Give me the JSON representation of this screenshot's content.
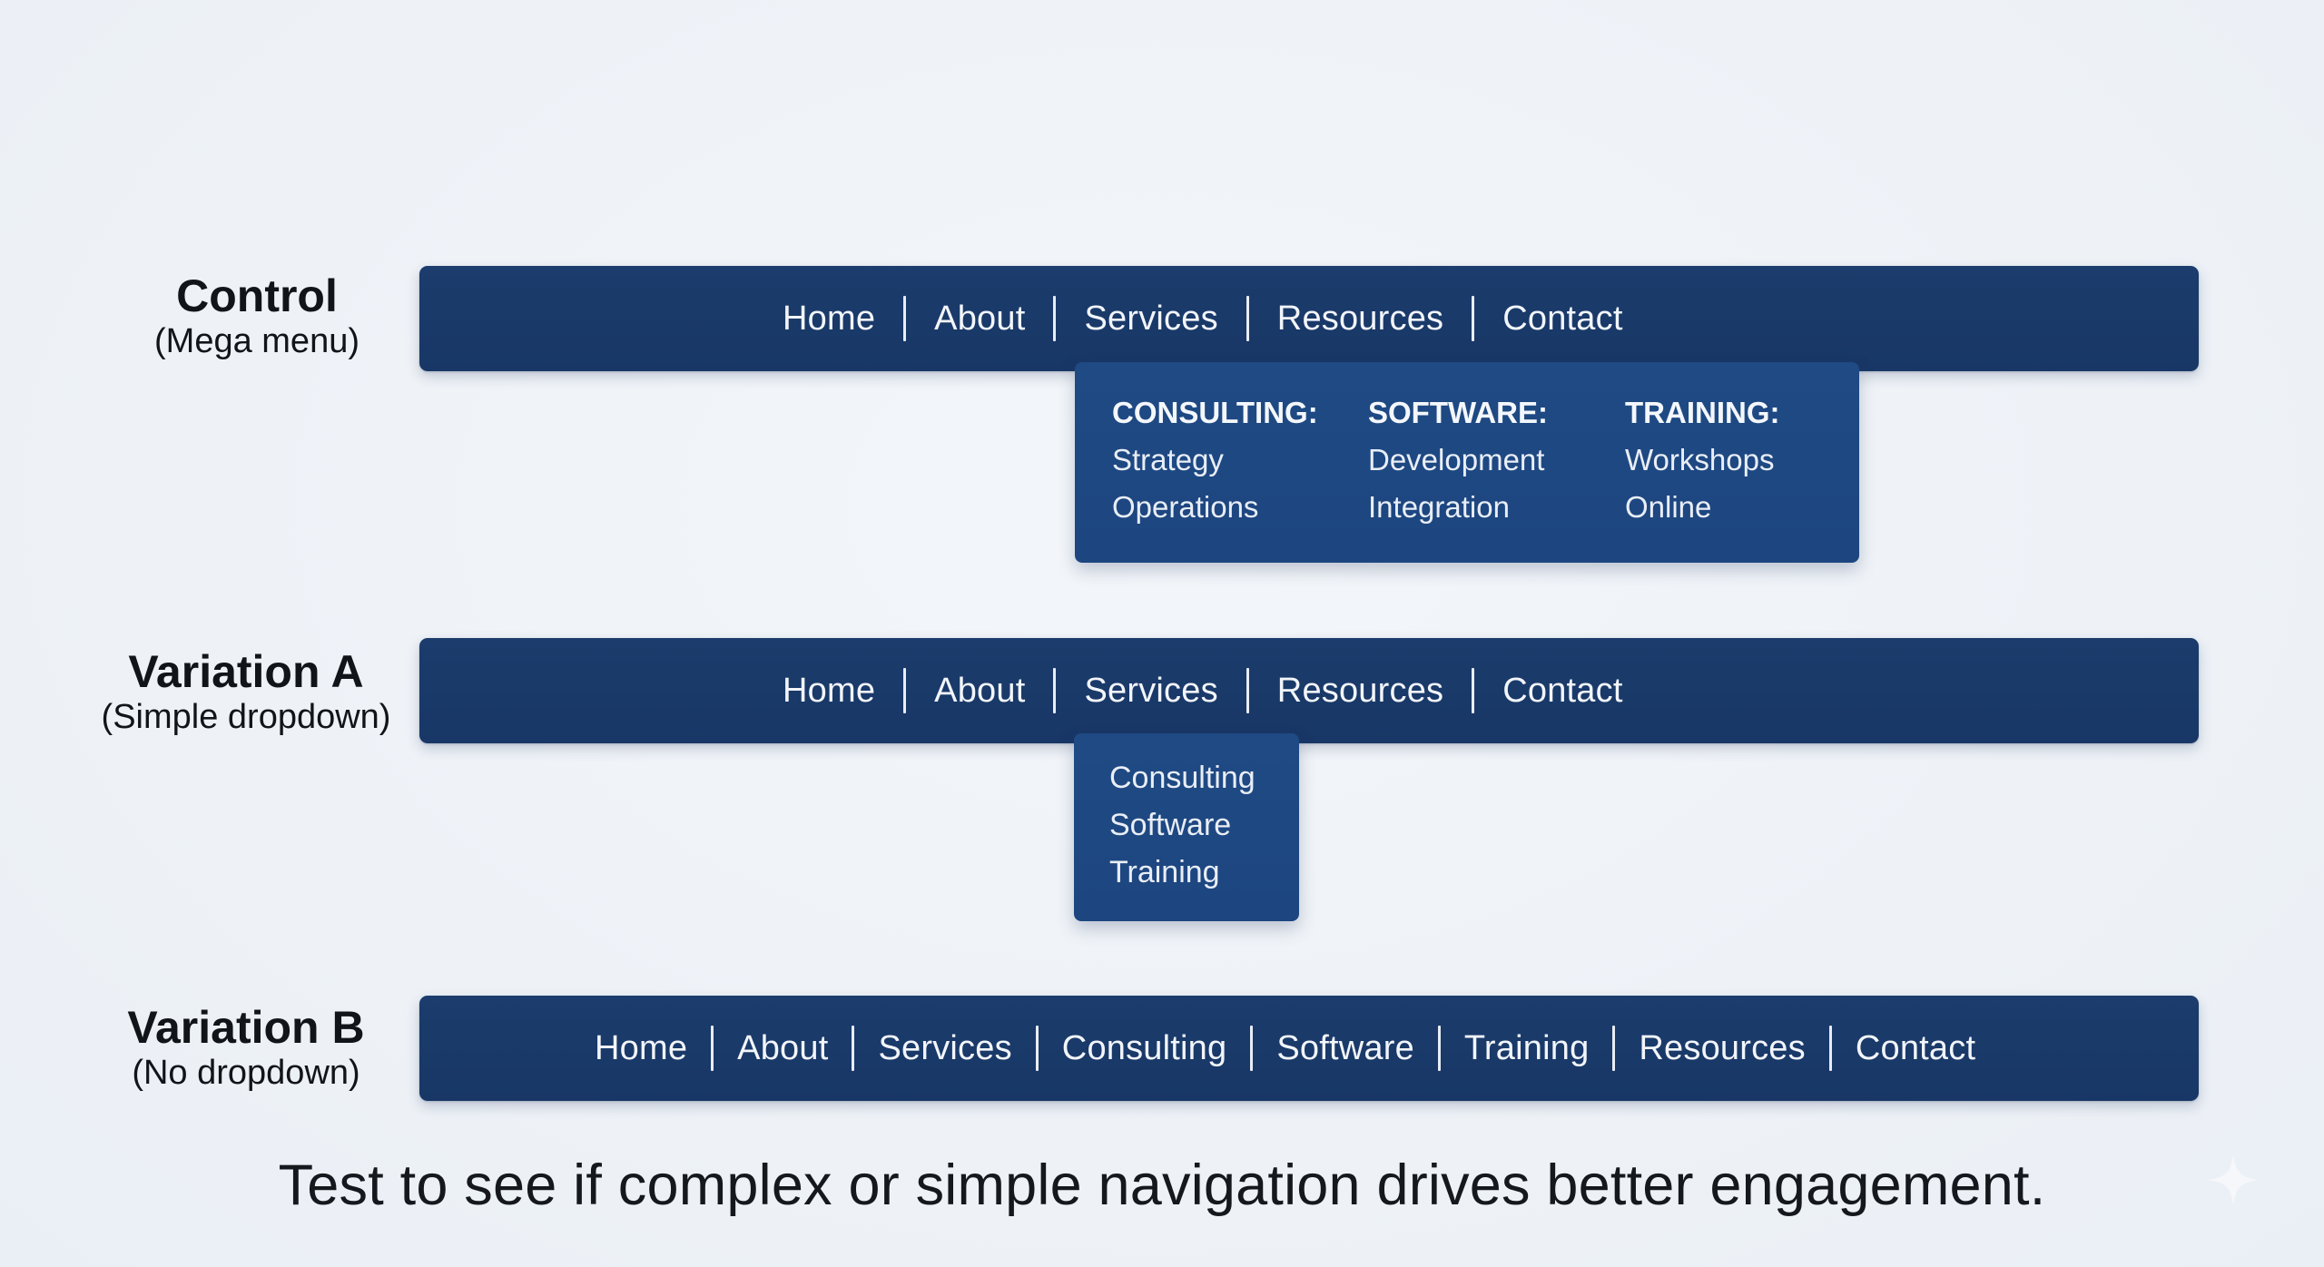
{
  "colors": {
    "background": "#eef2f7",
    "nav_bar": "#1a3a6a",
    "dropdown": "#1e4a82",
    "nav_text": "#f2f5fa",
    "label_text": "#111418"
  },
  "control": {
    "title": "Control",
    "subtitle": "(Mega menu)",
    "nav_items": [
      "Home",
      "About",
      "Services",
      "Resources",
      "Contact"
    ],
    "mega_menu": {
      "columns": [
        {
          "heading": "CONSULTING:",
          "items": [
            "Strategy",
            "Operations"
          ]
        },
        {
          "heading": "SOFTWARE:",
          "items": [
            "Development",
            "Integration"
          ]
        },
        {
          "heading": "TRAINING:",
          "items": [
            "Workshops",
            "Online"
          ]
        }
      ]
    }
  },
  "variation_a": {
    "title": "Variation A",
    "subtitle": "(Simple dropdown)",
    "nav_items": [
      "Home",
      "About",
      "Services",
      "Resources",
      "Contact"
    ],
    "dropdown_items": [
      "Consulting",
      "Software",
      "Training"
    ]
  },
  "variation_b": {
    "title": "Variation B",
    "subtitle": "(No dropdown)",
    "nav_items": [
      "Home",
      "About",
      "Services",
      "Consulting",
      "Software",
      "Training",
      "Resources",
      "Contact"
    ]
  },
  "caption": "Test to see if complex or simple navigation drives better engagement.",
  "watermark": {
    "icon": "sparkle-icon"
  }
}
